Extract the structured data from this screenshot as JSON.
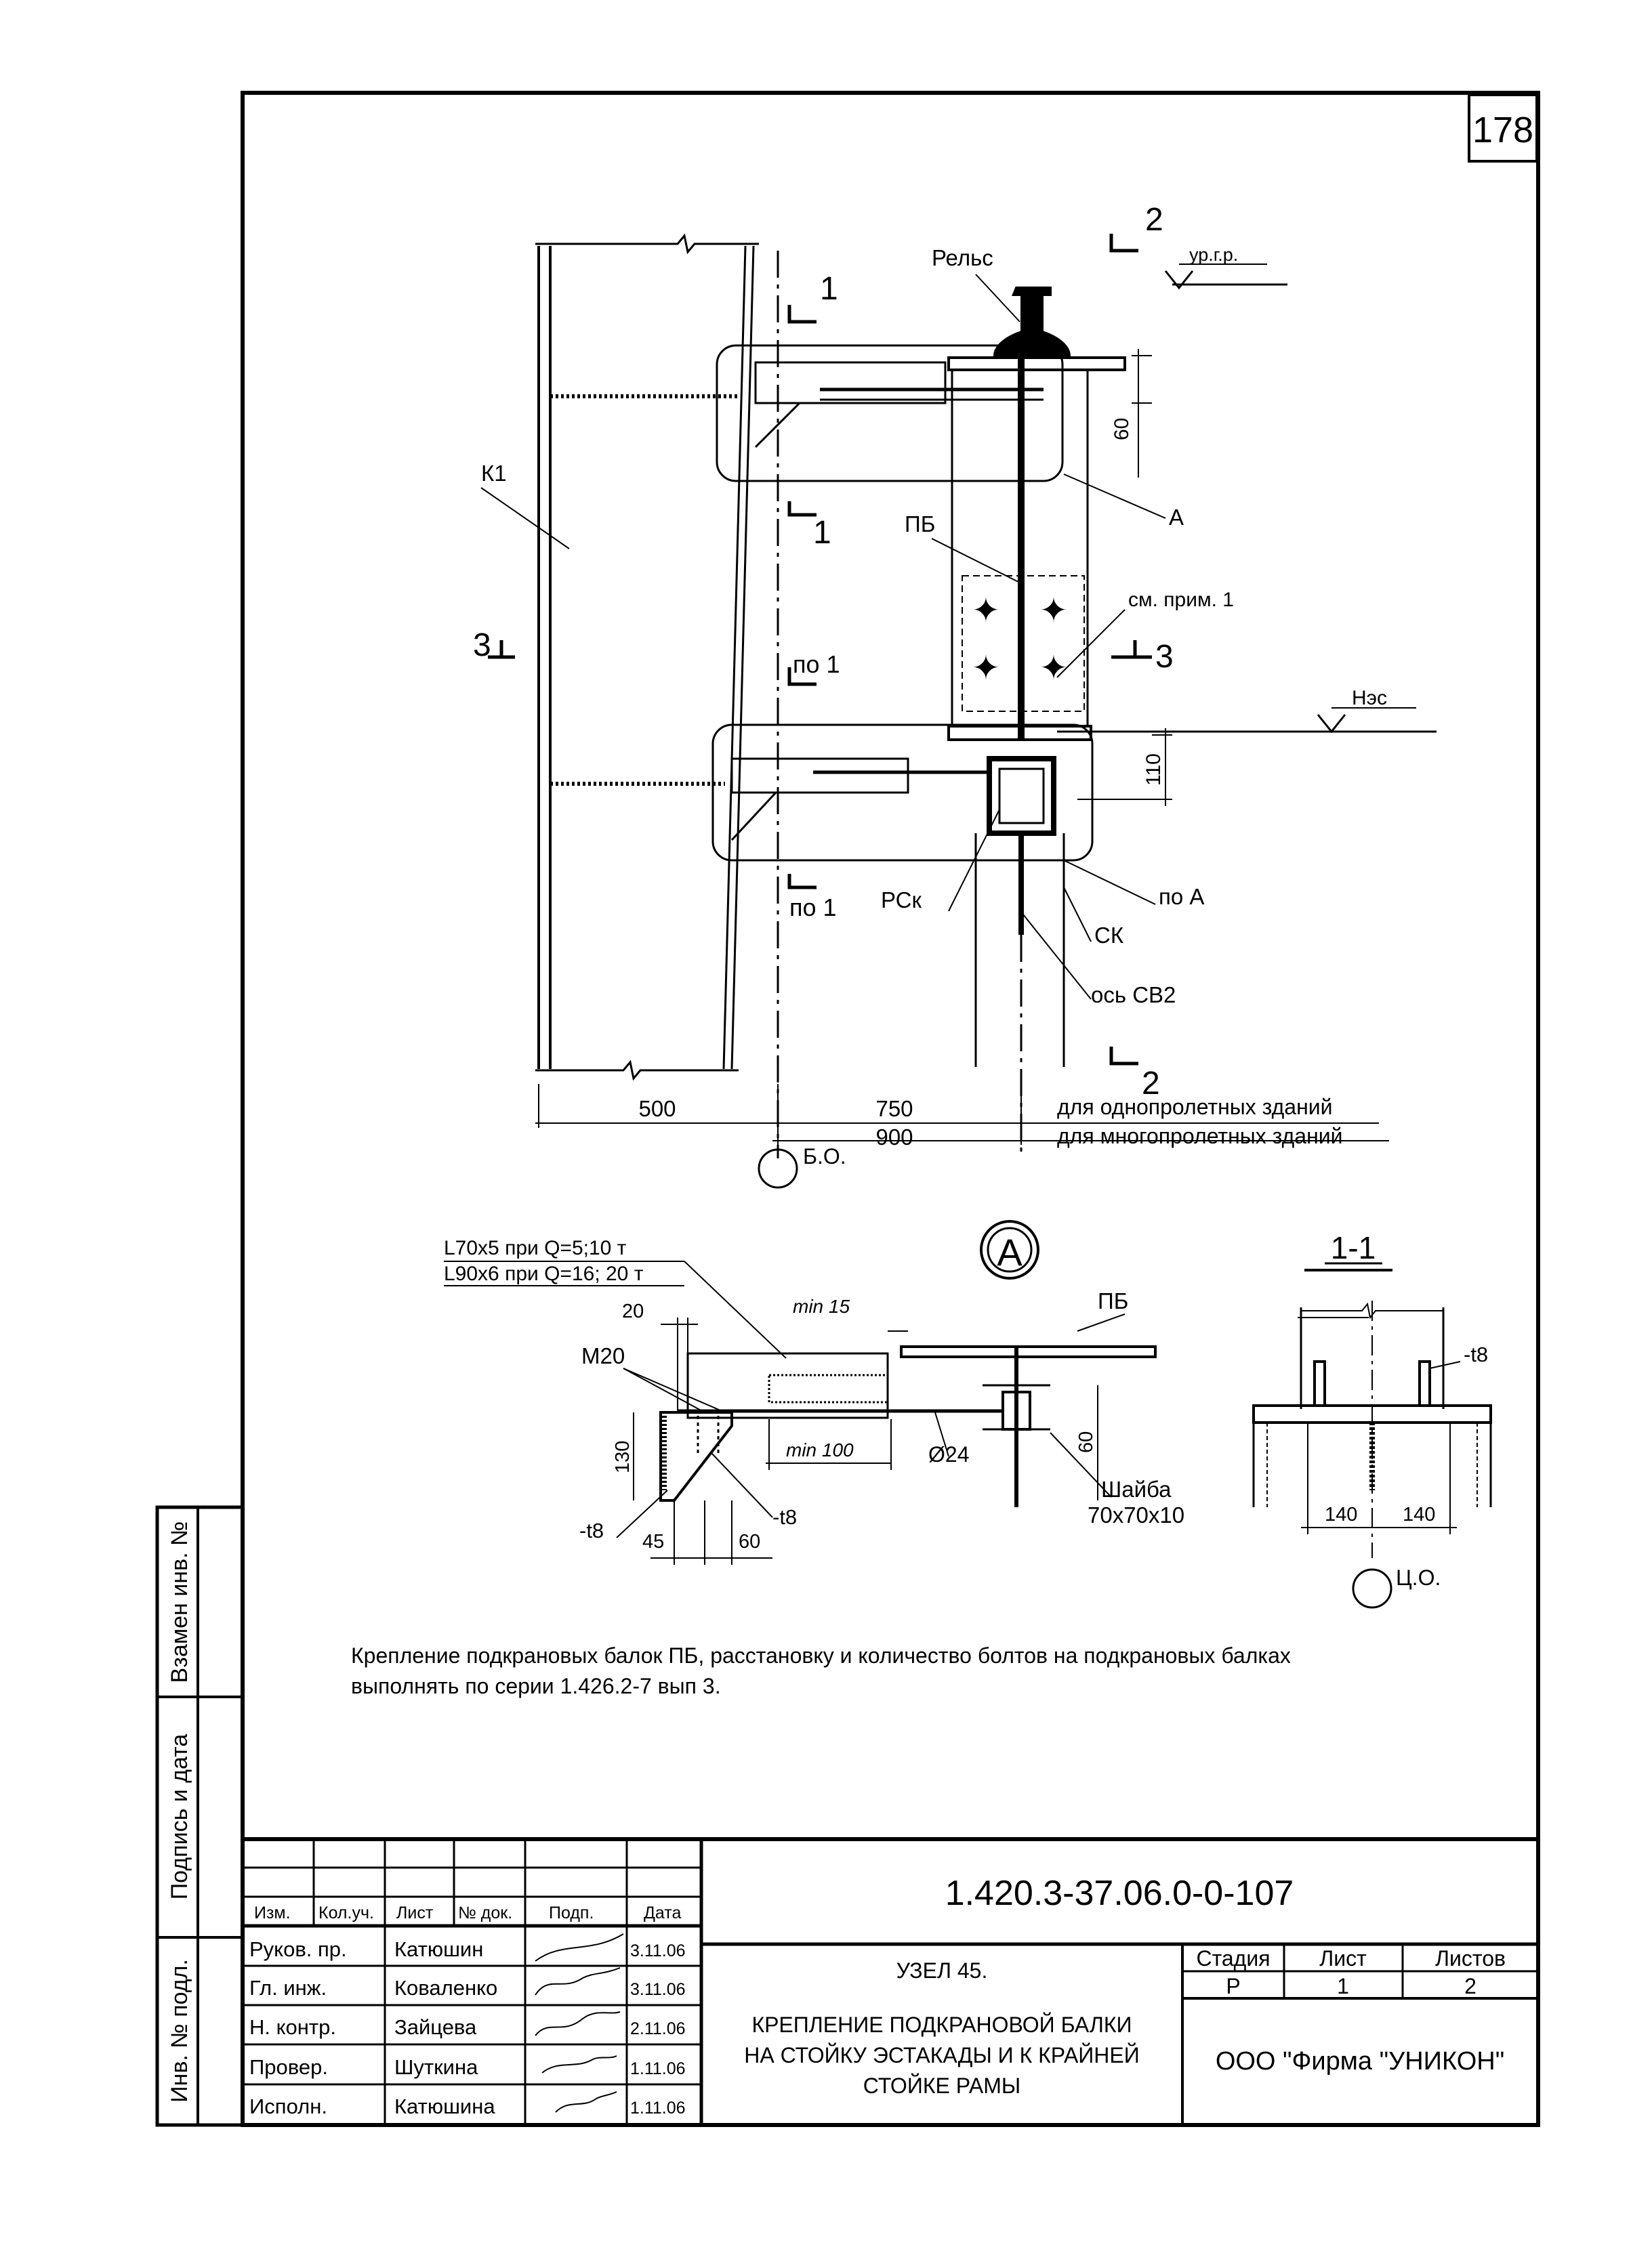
{
  "sheet": {
    "page_number": "178",
    "note_line1": "Крепление подкрановых балок ПБ, расстановку и количество болтов на подкрановых балках",
    "note_line2": "выполнять по серии 1.426.2-7 вып 3."
  },
  "side_stamp": {
    "replace_inv": "Взамен инв. №",
    "sign_date": "Подпись и дата",
    "inv_orig": "Инв. № подл."
  },
  "main_view": {
    "rail": "Рельс",
    "top_level": "ур.г.р.",
    "column": "К1",
    "beam": "ПБ",
    "note_ref": "см. прим. 1",
    "detail_ref": "А",
    "support_level": "Нэс",
    "section1": "1",
    "section1_lower": "1",
    "section_po1_upper": "по 1",
    "section_po1_lower": "по 1",
    "section2": "2",
    "section2_lower": "2",
    "section3_left": "3",
    "section3_right": "3",
    "dim_60": "60",
    "dim_110": "110",
    "rsk": "РСк",
    "po_a": "по А",
    "sk": "СК",
    "axis_cb2": "ось СВ2",
    "dim_500": "500",
    "dim_750": "750",
    "dim_900": "900",
    "single_span": "для однопролетных зданий",
    "multi_span": "для многопролетных зданий",
    "bo": "Б.О."
  },
  "detail_a": {
    "mark": "А",
    "angle1": "L70x5 при  Q=5;10 т",
    "angle2": "L90x6 при  Q=16; 20 т",
    "dim_20": "20",
    "min15": "min 15",
    "beam": "ПБ",
    "bolt": "М20",
    "dim_130": "130",
    "min100": "min 100",
    "diam": "Ø24",
    "dim_60": "60",
    "washer": "Шайба",
    "washer_size": "70x70x10",
    "plate_left": "-t8",
    "plate_mid": "-t8",
    "dim_45": "45",
    "dim_60b": "60"
  },
  "section_1_1": {
    "title": "1-1",
    "plate": "-t8",
    "dim_140a": "140",
    "dim_140b": "140",
    "co": "Ц.О."
  },
  "title_block": {
    "doc_code": "1.420.3-37.06.0-0-107",
    "head_izm": "Изм.",
    "head_koluch": "Кол.уч.",
    "head_list": "Лист",
    "head_ndok": "№ док.",
    "head_podp": "Подп.",
    "head_data": "Дата",
    "signers": [
      {
        "role": "Руков. пр.",
        "name": "Катюшин",
        "date": "3.11.06"
      },
      {
        "role": "Гл. инж.",
        "name": "Коваленко",
        "date": "3.11.06"
      },
      {
        "role": "Н. контр.",
        "name": "Зайцева",
        "date": "2.11.06"
      },
      {
        "role": "Провер.",
        "name": "Шуткина",
        "date": "1.11.06"
      },
      {
        "role": "Исполн.",
        "name": "Катюшина",
        "date": "1.11.06"
      }
    ],
    "title1": "УЗЕЛ 45.",
    "title2": "КРЕПЛЕНИЕ ПОДКРАНОВОЙ БАЛКИ",
    "title3": "НА СТОЙКУ  ЭСТАКАДЫ И К КРАЙНЕЙ",
    "title4": "СТОЙКЕ РАМЫ",
    "stage_head": "Стадия",
    "sheet_head": "Лист",
    "sheets_head": "Листов",
    "stage": "Р",
    "sheet_no": "1",
    "sheets_total": "2",
    "company": "ООО  \"Фирма \"УНИКОН\""
  }
}
